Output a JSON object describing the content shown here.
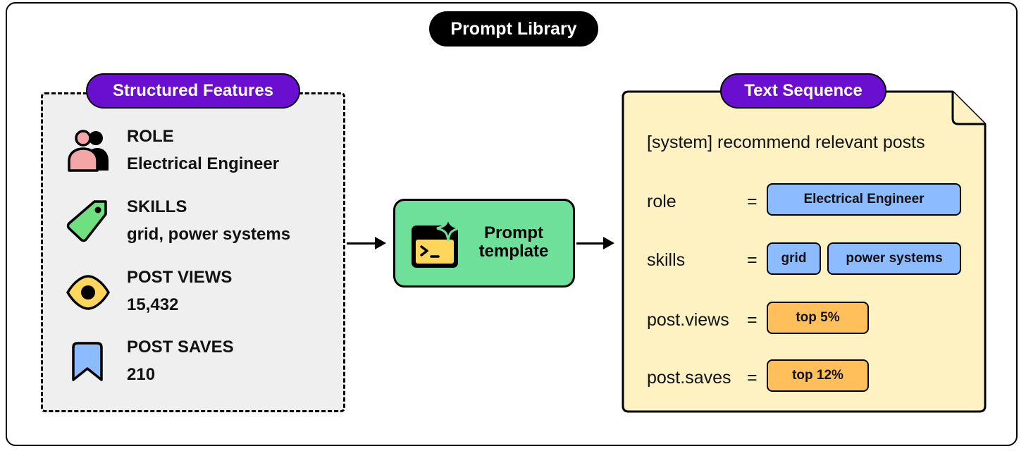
{
  "header": {
    "title": "Prompt Library"
  },
  "left_panel": {
    "title": "Structured Features",
    "features": [
      {
        "label": "ROLE",
        "value": "Electrical Engineer",
        "icon": "people-icon"
      },
      {
        "label": "SKILLS",
        "value": "grid, power systems",
        "icon": "tag-icon"
      },
      {
        "label": "POST VIEWS",
        "value": "15,432",
        "icon": "eye-icon"
      },
      {
        "label": "POST SAVES",
        "value": "210",
        "icon": "bookmark-icon"
      }
    ]
  },
  "middle": {
    "label": "Prompt template",
    "icon": "terminal-sparkle-icon"
  },
  "right_panel": {
    "title": "Text Sequence",
    "system_line": "[system] recommend relevant posts",
    "rows": [
      {
        "key": "role",
        "eq": "=",
        "chips": [
          "Electrical Engineer"
        ]
      },
      {
        "key": "skills",
        "eq": "=",
        "chips": [
          "grid",
          "power systems"
        ]
      },
      {
        "key": "post.views",
        "eq": "=",
        "chips": [
          "top 5%"
        ]
      },
      {
        "key": "post.saves",
        "eq": "=",
        "chips": [
          "top 12%"
        ]
      }
    ]
  },
  "colors": {
    "purple": "#6a0fd0",
    "green": "#6fe09a",
    "blue_chip": "#8cbcff",
    "orange_chip": "#ffc05c",
    "doc_yellow": "#fef2c3",
    "panel_gray": "#efefef"
  }
}
